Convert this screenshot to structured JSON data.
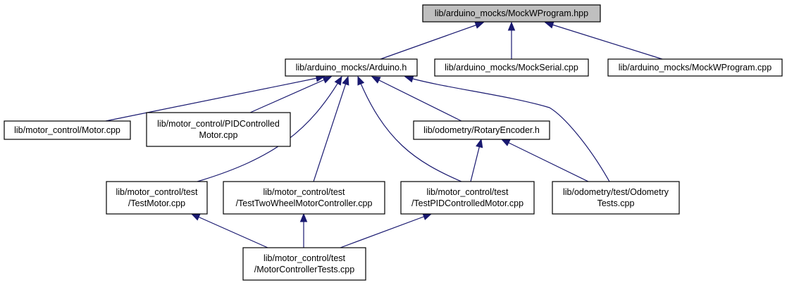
{
  "diagram": {
    "type": "dependency-graph",
    "colors": {
      "edge": "#191970",
      "root_fill": "#bfbfbf",
      "node_fill": "#ffffff",
      "node_border": "#000000"
    },
    "nodes": [
      {
        "id": "mockwprogram_hpp",
        "lines": [
          "lib/arduino_mocks/MockWProgram.hpp"
        ],
        "root": true
      },
      {
        "id": "arduino_h",
        "lines": [
          "lib/arduino_mocks/Arduino.h"
        ]
      },
      {
        "id": "mockserial_cpp",
        "lines": [
          "lib/arduino_mocks/MockSerial.cpp"
        ]
      },
      {
        "id": "mockwprogram_cpp",
        "lines": [
          "lib/arduino_mocks/MockWProgram.cpp"
        ]
      },
      {
        "id": "motor_cpp",
        "lines": [
          "lib/motor_control/Motor.cpp"
        ]
      },
      {
        "id": "pidcontrolledmotor_cpp",
        "lines": [
          "lib/motor_control/PIDControlled",
          "Motor.cpp"
        ]
      },
      {
        "id": "rotaryencoder_h",
        "lines": [
          "lib/odometry/RotaryEncoder.h"
        ]
      },
      {
        "id": "testmotor_cpp",
        "lines": [
          "lib/motor_control/test",
          "/TestMotor.cpp"
        ]
      },
      {
        "id": "testtwowheel_cpp",
        "lines": [
          "lib/motor_control/test",
          "/TestTwoWheelMotorController.cpp"
        ]
      },
      {
        "id": "testpid_cpp",
        "lines": [
          "lib/motor_control/test",
          "/TestPIDControlledMotor.cpp"
        ]
      },
      {
        "id": "odometrytests_cpp",
        "lines": [
          "lib/odometry/test/Odometry",
          "Tests.cpp"
        ]
      },
      {
        "id": "motorcontrollertests_cpp",
        "lines": [
          "lib/motor_control/test",
          "/MotorControllerTests.cpp"
        ]
      }
    ],
    "edges": [
      {
        "from": "arduino_h",
        "to": "mockwprogram_hpp"
      },
      {
        "from": "mockserial_cpp",
        "to": "mockwprogram_hpp"
      },
      {
        "from": "mockwprogram_cpp",
        "to": "mockwprogram_hpp"
      },
      {
        "from": "motor_cpp",
        "to": "arduino_h"
      },
      {
        "from": "pidcontrolledmotor_cpp",
        "to": "arduino_h"
      },
      {
        "from": "testmotor_cpp",
        "to": "arduino_h"
      },
      {
        "from": "testtwowheel_cpp",
        "to": "arduino_h"
      },
      {
        "from": "testpid_cpp",
        "to": "arduino_h"
      },
      {
        "from": "rotaryencoder_h",
        "to": "arduino_h"
      },
      {
        "from": "odometrytests_cpp",
        "to": "arduino_h"
      },
      {
        "from": "testpid_cpp",
        "to": "rotaryencoder_h"
      },
      {
        "from": "odometrytests_cpp",
        "to": "rotaryencoder_h"
      },
      {
        "from": "motorcontrollertests_cpp",
        "to": "testmotor_cpp"
      },
      {
        "from": "motorcontrollertests_cpp",
        "to": "testtwowheel_cpp"
      },
      {
        "from": "motorcontrollertests_cpp",
        "to": "testpid_cpp"
      }
    ]
  }
}
